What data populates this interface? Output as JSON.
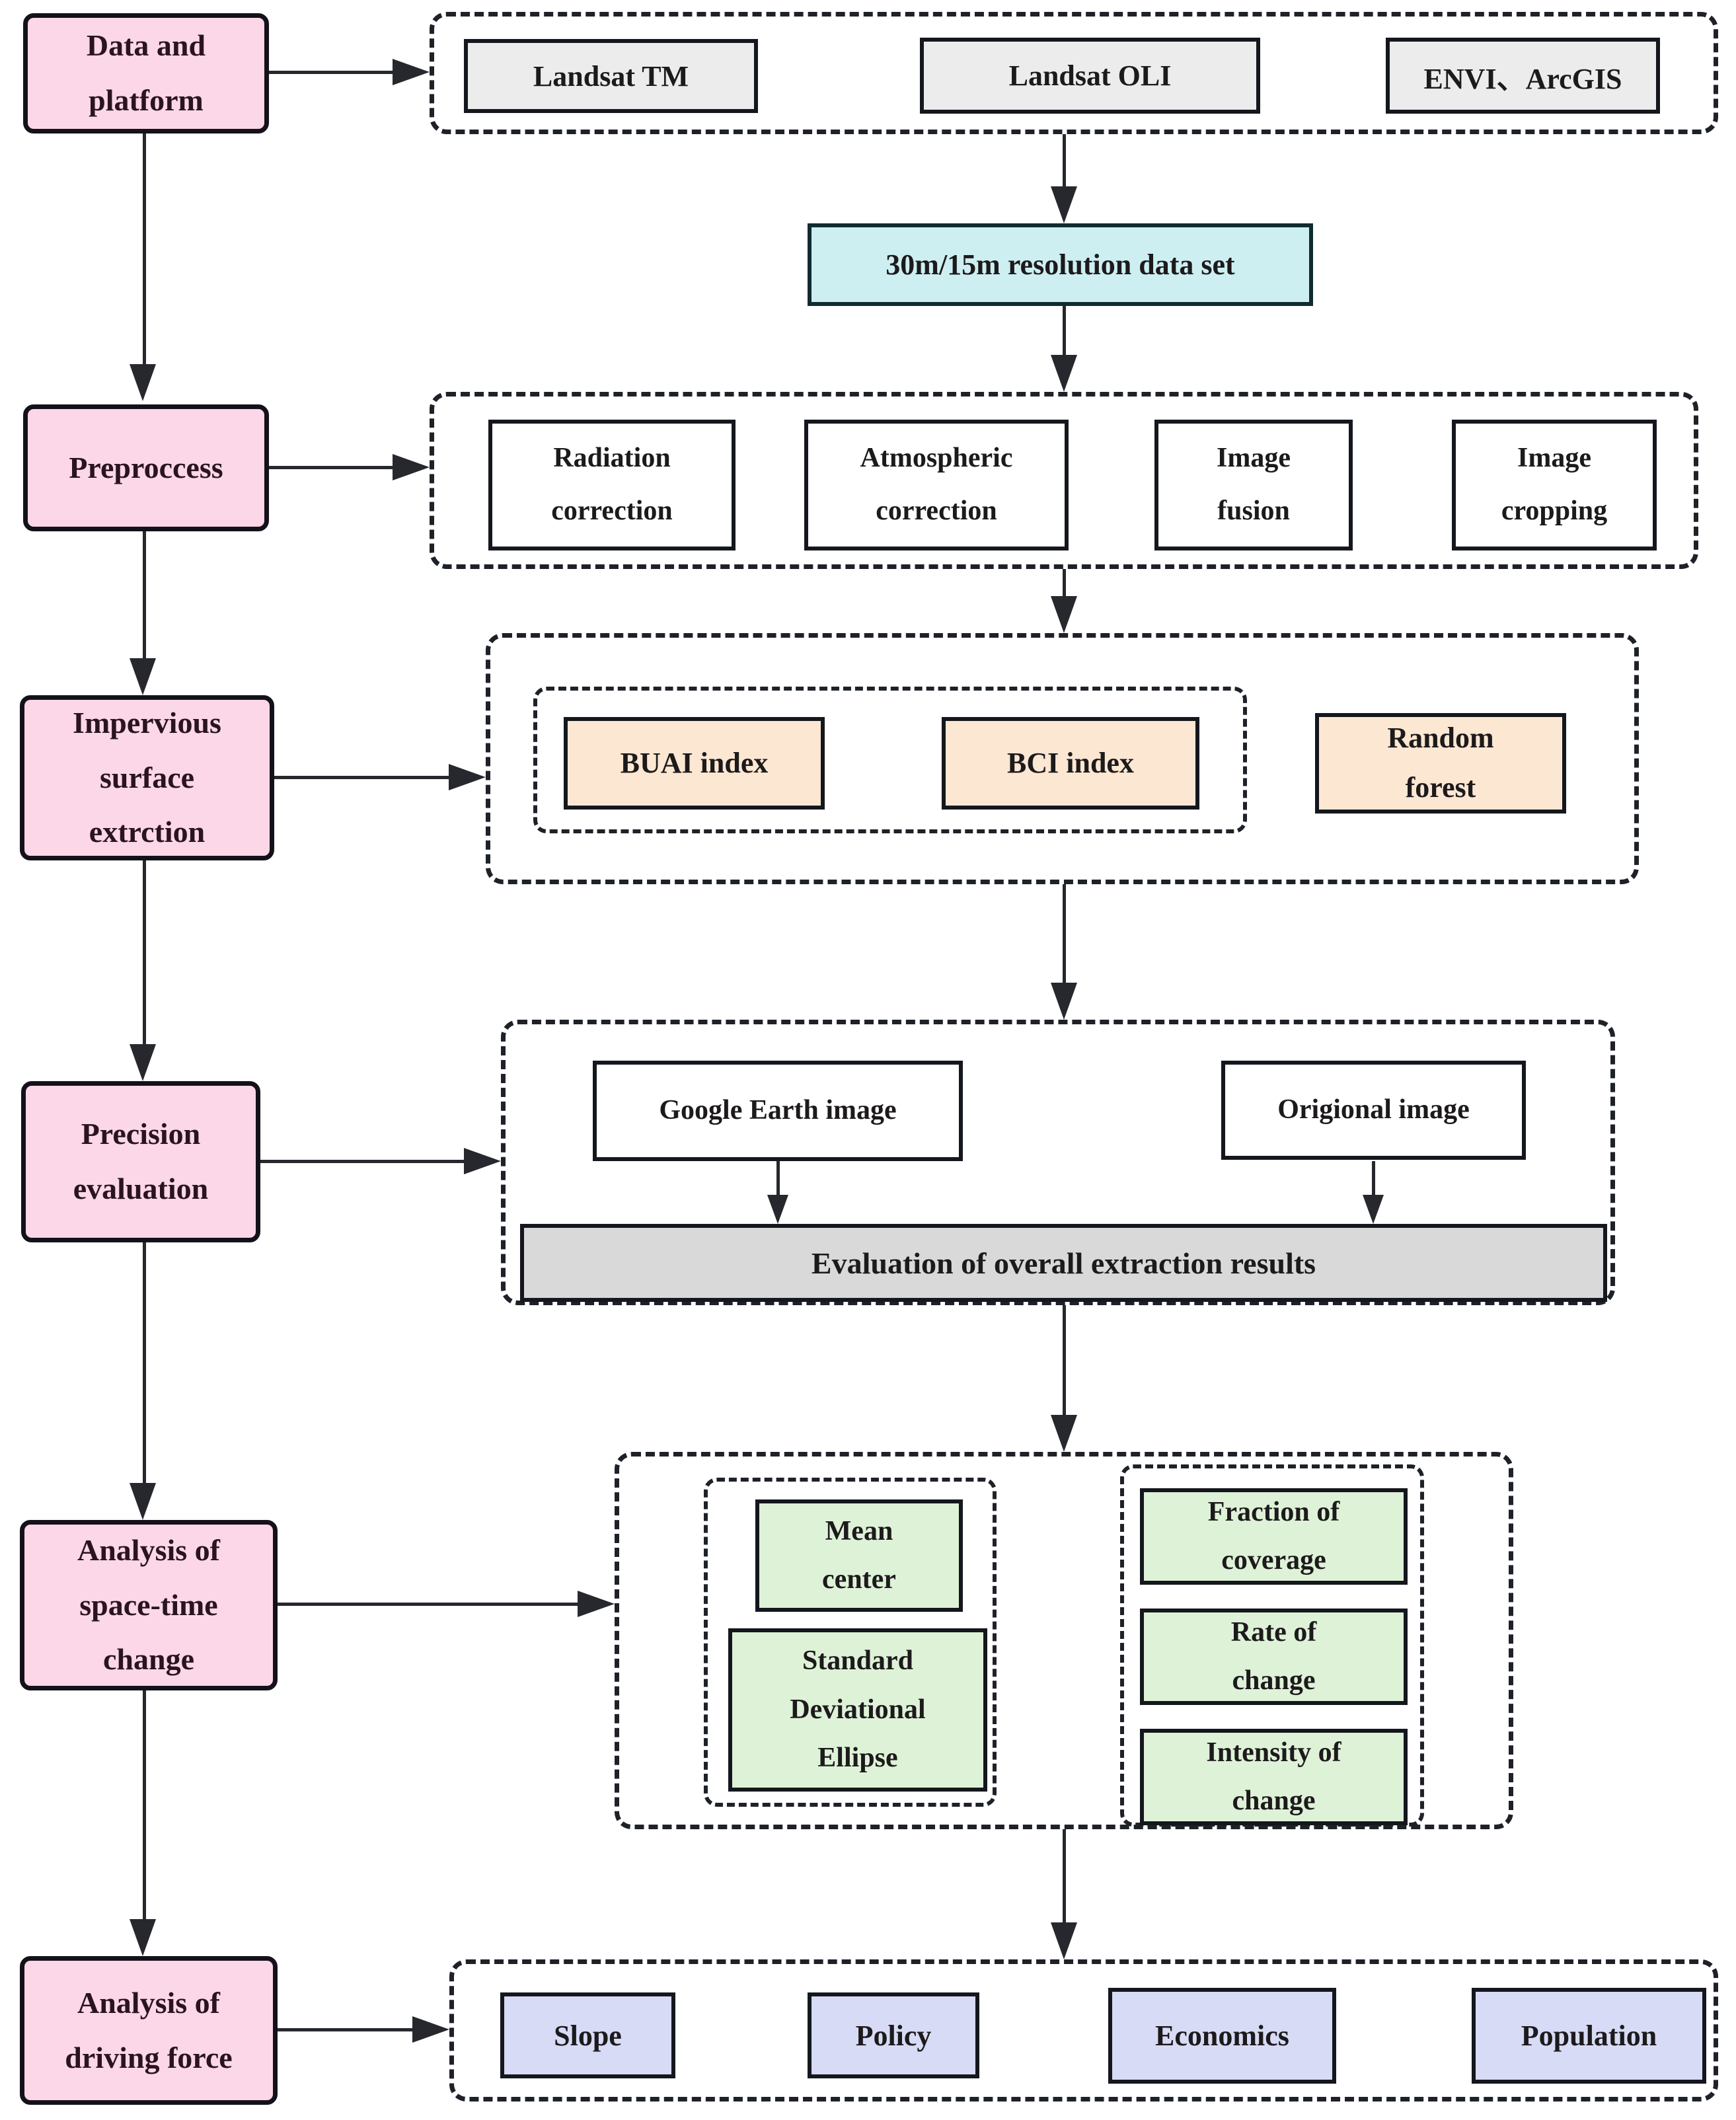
{
  "colors": {
    "stage_pink": "#fbd7e7",
    "source_gray": "#ececec",
    "resolution_cyan": "#cdeff2",
    "process_white": "#ffffff",
    "index_peach": "#fce7d2",
    "metric_green": "#def2d8",
    "factor_lavender": "#d7dbf5",
    "evaluation_gray": "#d9d9d9",
    "line_dark": "#26282e"
  },
  "stages": [
    {
      "label": "Data and\nplatform"
    },
    {
      "label": "Preproccess"
    },
    {
      "label": "Impervious\nsurface\nextrction"
    },
    {
      "label": "Precision\nevaluation"
    },
    {
      "label": "Analysis of\nspace-time\nchange"
    },
    {
      "label": "Analysis of\ndriving force"
    }
  ],
  "data_platform": {
    "items": [
      "Landsat TM",
      "Landsat OLI",
      "ENVI、ArcGIS"
    ]
  },
  "resolution_label": "30m/15m resolution data set",
  "preprocess": {
    "items": [
      "Radiation\ncorrection",
      "Atmospheric\ncorrection",
      "Image\nfusion",
      "Image\ncropping"
    ]
  },
  "extraction": {
    "indices": [
      "BUAI index",
      "BCI index"
    ],
    "random_forest": "Random\nforest"
  },
  "evaluation": {
    "sources": [
      "Google Earth image",
      "Origional image"
    ],
    "result": "Evaluation of overall extraction results"
  },
  "spacetime": {
    "centrographic": [
      "Mean\ncenter",
      "Standard\nDeviational\nEllipse"
    ],
    "metrics": [
      "Fraction of\ncoverage",
      "Rate of\nchange",
      "Intensity of\nchange"
    ]
  },
  "driving": {
    "items": [
      "Slope",
      "Policy",
      "Economics",
      "Population"
    ]
  }
}
